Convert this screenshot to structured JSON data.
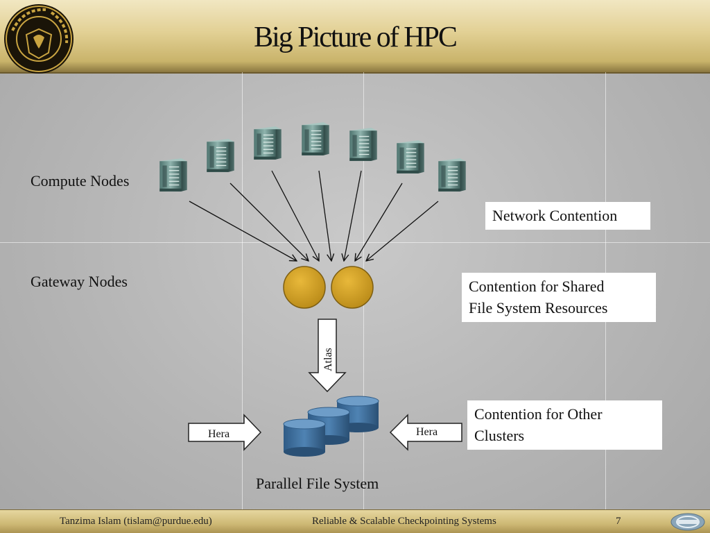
{
  "slide": {
    "title": "Big Picture of HPC",
    "page_number": "7"
  },
  "labels": {
    "compute_nodes": "Compute Nodes",
    "gateway_nodes": "Gateway Nodes",
    "atlas": "Atlas",
    "hera_left": "Hera",
    "hera_right": "Hera",
    "parallel_file_system": "Parallel File System"
  },
  "callouts": {
    "network": "Network Contention",
    "shared_fs_line1": "Contention for Shared",
    "shared_fs_line2": "File System Resources",
    "other_clusters_line1": "Contention for Other",
    "other_clusters_line2": "Clusters"
  },
  "footer": {
    "author": "Tanzima Islam (tislam@purdue.edu)",
    "talk_title": "Reliable & Scalable Checkpointing Systems"
  },
  "icons": {
    "university_logo": "purdue-university-seal",
    "lab_logo": "dcsl-logo",
    "compute_node": "server-tower-icon",
    "gateway_node": "gold-circle",
    "storage": "database-cylinder-icon"
  },
  "colors": {
    "header_gold": "#e2d094",
    "gateway_gold": "#c99a22",
    "storage_blue": "#3e6f9c",
    "server_teal": "#6f9591"
  }
}
